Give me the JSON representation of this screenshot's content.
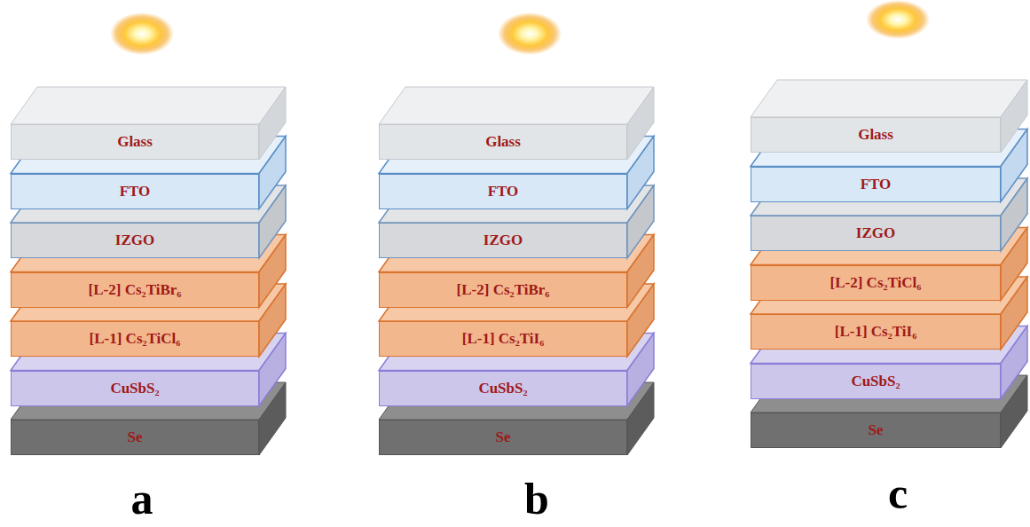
{
  "diagram": {
    "nodes": [
      {
        "text": [
          "Glass"
        ]
      },
      {
        "text": [
          "FTO"
        ]
      },
      {
        "text": [
          "IZGO"
        ]
      },
      {
        "text": [
          "[L-2] Cs₂TiBr₆"
        ]
      },
      {
        "text": [
          "[L-1] Cs₂TiCl₆"
        ]
      },
      {
        "text": [
          "CuSbS₂"
        ]
      },
      {
        "text": [
          "Se"
        ]
      },
      {
        "text": [
          "Glass"
        ]
      },
      {
        "text": [
          "FTO"
        ]
      },
      {
        "text": [
          "IZGO"
        ]
      },
      {
        "text": [
          "[L-2] Cs₂TiBr₆"
        ]
      },
      {
        "text": [
          "[L-1] Cs₂TiI₆"
        ]
      },
      {
        "text": [
          "CuSbS₂"
        ]
      },
      {
        "text": [
          "Se"
        ]
      },
      {
        "text": [
          "Glass"
        ]
      },
      {
        "text": [
          "FTO"
        ]
      },
      {
        "text": [
          "IZGO"
        ]
      },
      {
        "text": [
          "[L-2] Cs₂TiCl₆"
        ]
      },
      {
        "text": [
          "[L-1] Cs₂TiI₆"
        ]
      },
      {
        "text": [
          "CuSbS₂"
        ]
      },
      {
        "text": [
          "Se"
        ]
      }
    ],
    "labels": [
      "a",
      "b",
      "c"
    ]
  }
}
